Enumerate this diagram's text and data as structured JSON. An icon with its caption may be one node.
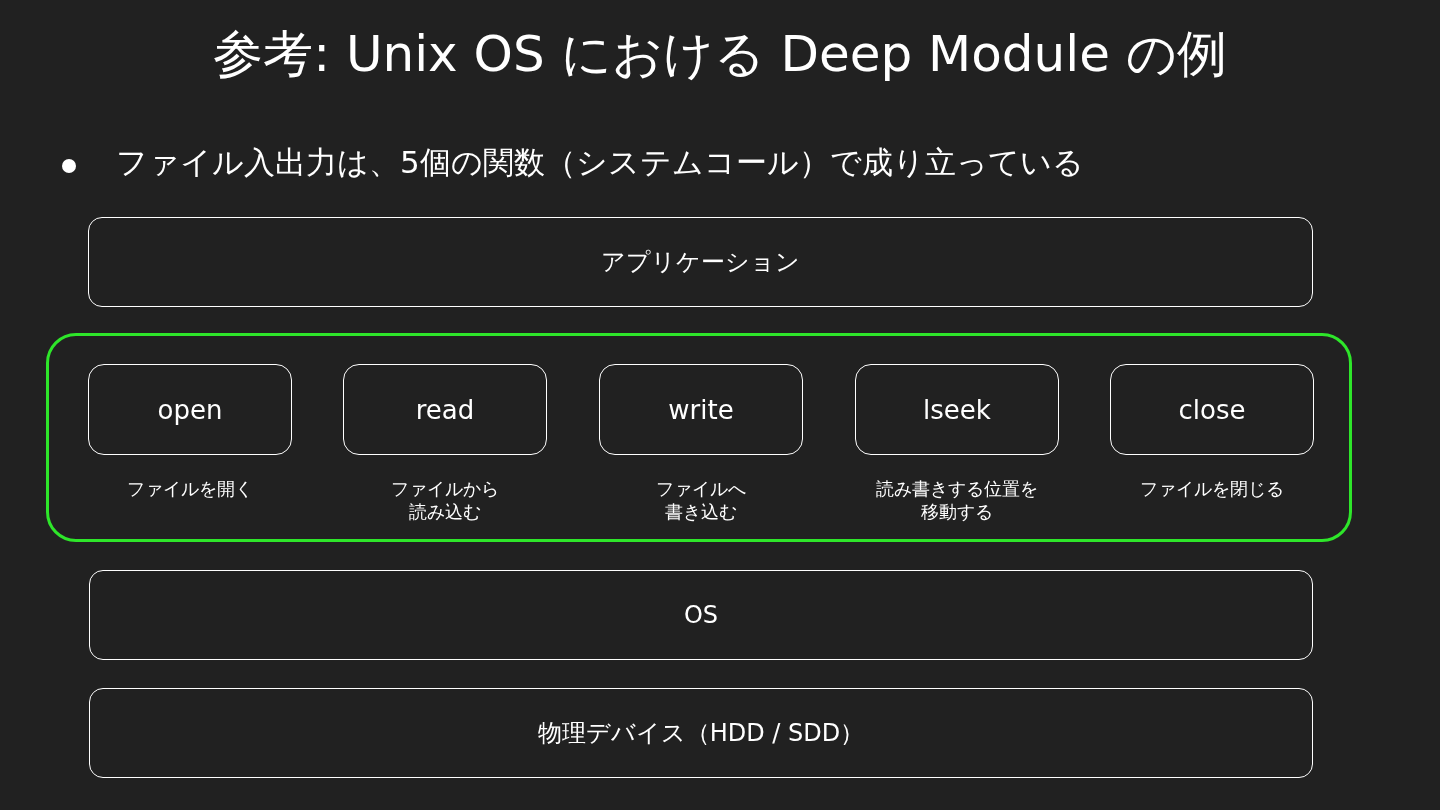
{
  "diagram": {
    "title": "参考: Unix OS における Deep Module の例",
    "nodes": [
      {
        "text": [
          "アプリケーション"
        ]
      },
      {
        "text": [],
        "shape": "box"
      },
      {
        "text": [
          "open"
        ],
        "in": 1,
        "beside": [
          "ファイルを開く"
        ]
      },
      {
        "text": [
          "read"
        ],
        "in": 1,
        "beside": [
          "ファイルから読み込む"
        ]
      },
      {
        "text": [
          "write"
        ],
        "in": 1,
        "beside": [
          "ファイルへ書き込む"
        ]
      },
      {
        "text": [
          "lseek"
        ],
        "in": 1,
        "beside": [
          "読み書きする位置を移動する"
        ]
      },
      {
        "text": [
          "close"
        ],
        "in": 1,
        "beside": [
          "ファイルを閉じる"
        ]
      },
      {
        "text": [
          "OS"
        ]
      },
      {
        "text": [
          "物理デバイス（HDD / SDD）"
        ]
      }
    ],
    "edges": [],
    "labels": [
      "ファイル入出力は、5個の関数（システムコール）で成り立っている"
    ]
  }
}
